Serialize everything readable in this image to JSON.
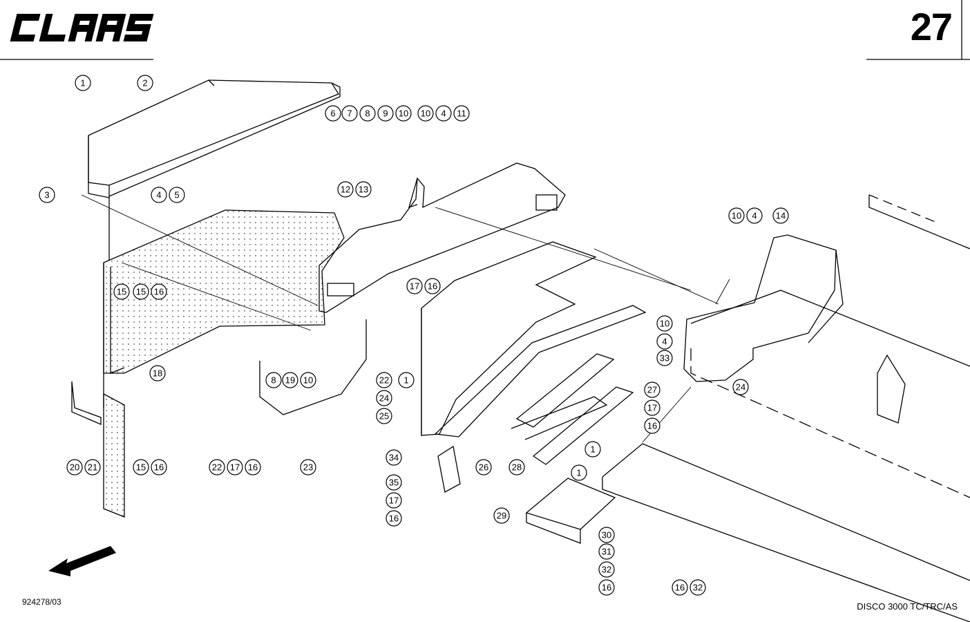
{
  "header": {
    "brand": "CLAAS",
    "page_number": "27"
  },
  "footer": {
    "document_id": "924278/03",
    "model": "DISCO 3000 TC/TRC/AS"
  },
  "icons": {
    "direction": "arrow-icon",
    "brand": "claas-logo"
  },
  "callouts": [
    {
      "label": "1"
    },
    {
      "label": "2"
    },
    {
      "label": "3"
    },
    {
      "label": "4"
    },
    {
      "label": "5"
    },
    {
      "label": "6"
    },
    {
      "label": "7"
    },
    {
      "label": "8"
    },
    {
      "label": "9"
    },
    {
      "label": "10"
    },
    {
      "label": "10"
    },
    {
      "label": "4"
    },
    {
      "label": "11"
    },
    {
      "label": "12"
    },
    {
      "label": "13"
    },
    {
      "label": "17"
    },
    {
      "label": "16"
    },
    {
      "label": "15"
    },
    {
      "label": "15"
    },
    {
      "label": "16"
    },
    {
      "label": "18"
    },
    {
      "label": "8"
    },
    {
      "label": "19"
    },
    {
      "label": "10"
    },
    {
      "label": "22"
    },
    {
      "label": "1"
    },
    {
      "label": "24"
    },
    {
      "label": "25"
    },
    {
      "label": "20"
    },
    {
      "label": "21"
    },
    {
      "label": "15"
    },
    {
      "label": "16"
    },
    {
      "label": "22"
    },
    {
      "label": "17"
    },
    {
      "label": "16"
    },
    {
      "label": "23"
    },
    {
      "label": "26"
    },
    {
      "label": "34"
    },
    {
      "label": "35"
    },
    {
      "label": "17"
    },
    {
      "label": "16"
    },
    {
      "label": "10"
    },
    {
      "label": "4"
    },
    {
      "label": "33"
    },
    {
      "label": "27"
    },
    {
      "label": "17"
    },
    {
      "label": "16"
    },
    {
      "label": "28"
    },
    {
      "label": "1"
    },
    {
      "label": "1"
    },
    {
      "label": "29"
    },
    {
      "label": "30"
    },
    {
      "label": "31"
    },
    {
      "label": "32"
    },
    {
      "label": "16"
    },
    {
      "label": "16"
    },
    {
      "label": "32"
    },
    {
      "label": "10"
    },
    {
      "label": "4"
    },
    {
      "label": "14"
    },
    {
      "label": "24"
    }
  ]
}
